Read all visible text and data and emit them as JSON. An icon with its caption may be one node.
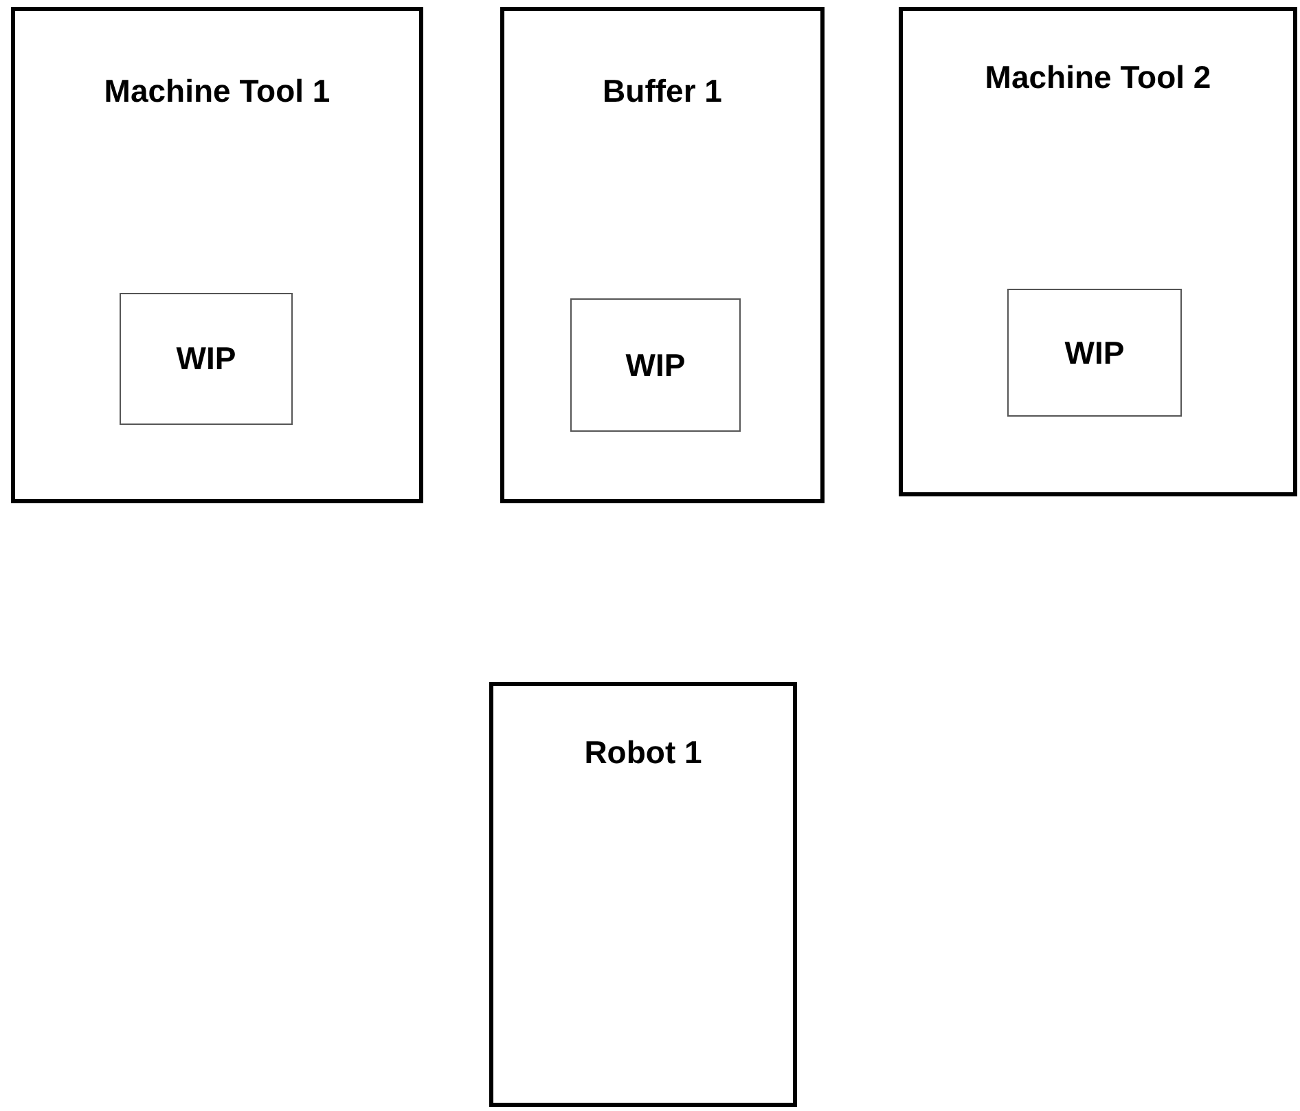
{
  "diagram": {
    "nodes": [
      {
        "text": [
          "Machine Tool 1"
        ]
      },
      {
        "text": [
          "WIP"
        ],
        "in": 0
      },
      {
        "text": [
          "Buffer 1"
        ]
      },
      {
        "text": [
          "WIP"
        ],
        "in": 2
      },
      {
        "text": [
          "Machine Tool 2"
        ]
      },
      {
        "text": [
          "WIP"
        ],
        "in": 4
      },
      {
        "text": [
          "Robot 1"
        ]
      }
    ]
  }
}
